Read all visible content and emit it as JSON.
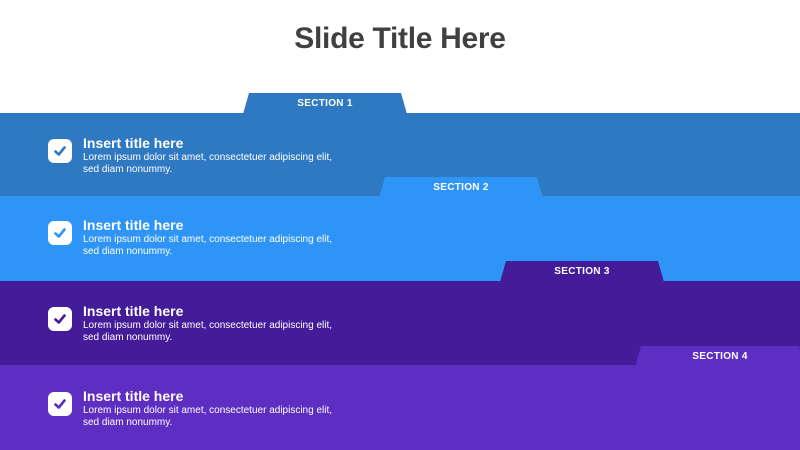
{
  "slide": {
    "title": "Slide Title Here"
  },
  "colors": {
    "section_1": "#2f79c3",
    "section_2": "#2e95f7",
    "section_3": "#441c99",
    "section_4": "#5e2dc1",
    "background": "#ffffff",
    "title_text": "#404040"
  },
  "sections": [
    {
      "label": "SECTION 1",
      "heading": "Insert title here",
      "body": "Lorem ipsum dolor sit amet, consectetuer adipiscing elit, sed diam nonummy.",
      "icon": "check-icon"
    },
    {
      "label": "SECTION 2",
      "heading": "Insert title here",
      "body": "Lorem ipsum dolor sit amet, consectetuer adipiscing elit, sed diam nonummy.",
      "icon": "check-icon"
    },
    {
      "label": "SECTION 3",
      "heading": "Insert title here",
      "body": "Lorem ipsum dolor sit amet, consectetuer adipiscing elit, sed diam nonummy.",
      "icon": "check-icon"
    },
    {
      "label": "SECTION 4",
      "heading": "Insert title here",
      "body": "Lorem ipsum dolor sit amet, consectetuer adipiscing elit, sed diam nonummy.",
      "icon": "check-icon"
    }
  ]
}
